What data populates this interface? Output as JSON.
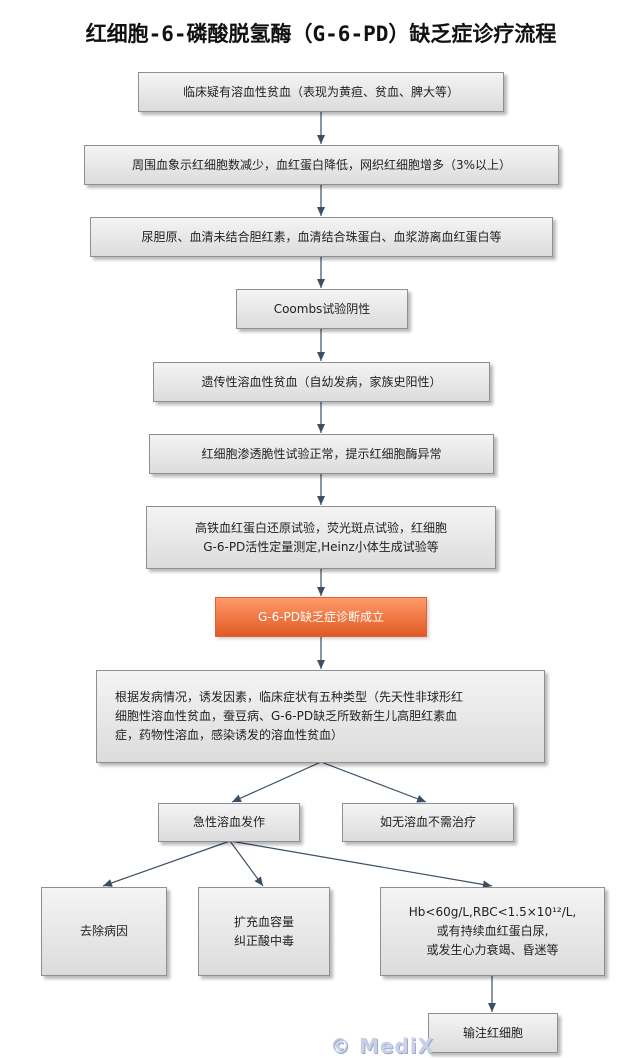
{
  "title": "红细胞-6-磷酸脱氢酶（G-6-PD）缺乏症诊疗流程",
  "steps": {
    "s1": "临床疑有溶血性贫血（表现为黄疸、贫血、脾大等）",
    "s2": "周围血象示红细胞数减少，血红蛋白降低，网织红细胞增多（3%以上）",
    "s3": "尿胆原、血清未结合胆红素，血清结合珠蛋白、血浆游离血红蛋白等",
    "s4": "Coombs试验阴性",
    "s5": "遗传性溶血性贫血（自幼发病，家族史阳性）",
    "s6": "红细胞渗透脆性试验正常，提示红细胞酶异常",
    "s7": "高铁血红蛋白还原试验，荧光斑点试验，红细胞\nG-6-PD活性定量测定,Heinz小体生成试验等",
    "s8": "G-6-PD缺乏症诊断成立",
    "s9": "根据发病情况，诱发因素，临床症状有五种类型（先天性非球形红\n细胞性溶血性贫血，蚕豆病、G-6-PD缺乏所致新生儿高胆红素血\n症，药物性溶血，感染诱发的溶血性贫血）",
    "b1": "急性溶血发作",
    "b2": "如无溶血不需治疗",
    "t1": "去除病因",
    "t2": "扩充血容量\n纠正酸中毒",
    "t3": "Hb<60g/L,RBC<1.5×10¹²/L,\n或有持续血红蛋白尿,\n或发生心力衰竭、昏迷等",
    "t4": "输注红细胞"
  },
  "watermark": "© MediX",
  "colors": {
    "highlight": "#e8672f",
    "arrow": "#3a4f66",
    "node_border": "#8f8f8f"
  }
}
